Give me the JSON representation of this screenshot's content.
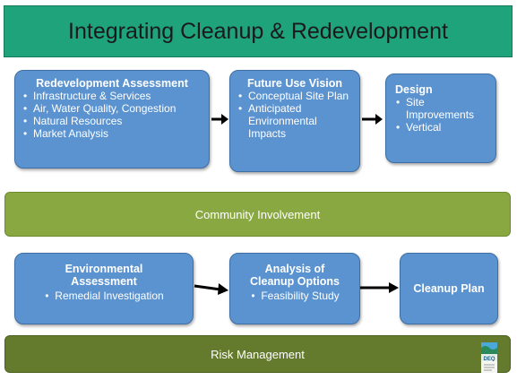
{
  "title": "Integrating Cleanup & Redevelopment",
  "top_row": [
    {
      "heading": "Redevelopment Assessment",
      "bullets": [
        "Infrastructure & Services",
        "Air, Water Quality, Congestion",
        "Natural Resources",
        "Market Analysis"
      ]
    },
    {
      "heading": "Future Use Vision",
      "bullets": [
        "Conceptual Site Plan",
        "Anticipated Environmental Impacts"
      ]
    },
    {
      "heading": "Design",
      "bullets": [
        "Site Improvements",
        "Vertical"
      ]
    }
  ],
  "middle_band": "Community Involvement",
  "bottom_row": [
    {
      "heading": "Environmental Assessment",
      "bullets": [
        "Remedial Investigation"
      ]
    },
    {
      "heading": "Analysis of Cleanup Options",
      "bullets": [
        "Feasibility Study"
      ]
    },
    {
      "heading": "Cleanup Plan",
      "bullets": []
    }
  ],
  "bottom_band": "Risk Management",
  "logo_text": "DEQ",
  "colors": {
    "title_bg": "#1fa37b",
    "box_bg": "#5b93d0",
    "community_band": "#8aa842",
    "risk_band": "#647a2c"
  }
}
